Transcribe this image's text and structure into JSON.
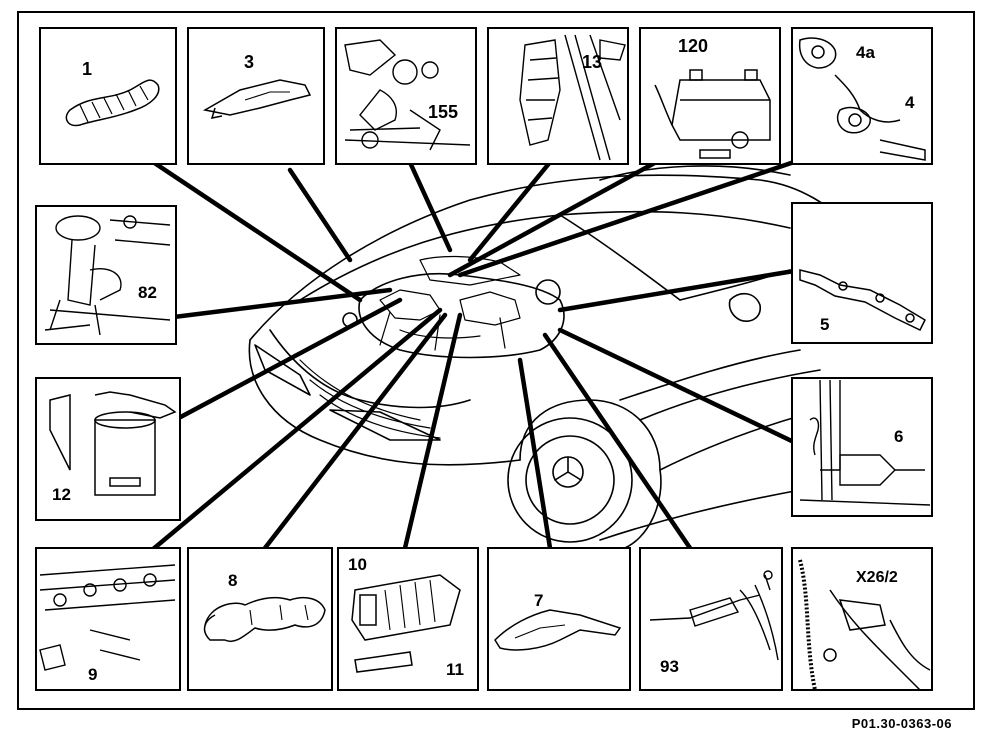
{
  "frame_labels": {
    "p1": "1",
    "p3": "3",
    "p155": "155",
    "p13": "13",
    "p120": "120",
    "p4a": "4a",
    "p4": "4",
    "p82": "82",
    "p5": "5",
    "p12": "12",
    "p6": "6",
    "p9": "9",
    "p8": "8",
    "p10": "10",
    "p11": "11",
    "p7": "7",
    "p93": "93",
    "pX26": "X26/2"
  },
  "doc_id": "P01.30-0363-06",
  "colors": {
    "ink": "#000000",
    "paper": "#ffffff"
  }
}
